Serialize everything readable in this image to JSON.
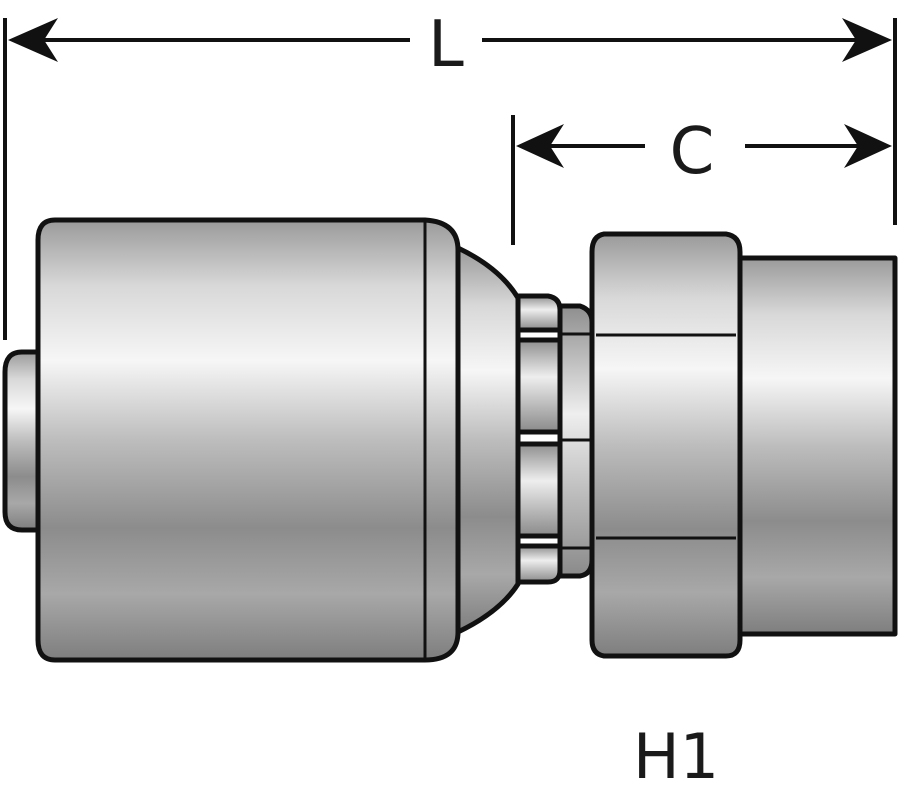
{
  "dimensions": {
    "overall_length_label": "L",
    "connection_length_label": "C"
  },
  "callout": {
    "part_code": "H1"
  },
  "colors": {
    "metal_dark": "#8a8a8a",
    "metal_light": "#f4f4f4",
    "outline": "#111111"
  }
}
